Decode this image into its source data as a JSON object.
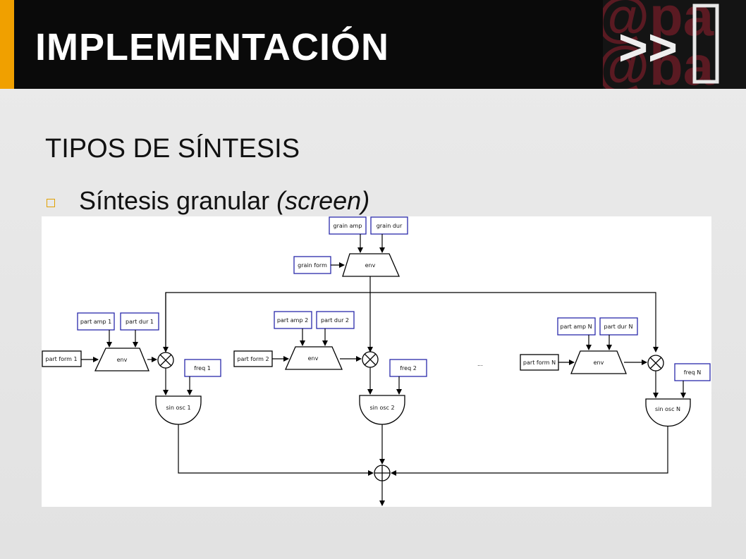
{
  "slide": {
    "title": "IMPLEMENTACIÓN",
    "subtitle": "TIPOS DE SÍNTESIS",
    "bullet": {
      "main": "Síntesis granular",
      "note": "(screen)"
    }
  },
  "logo": {
    "text": ">>",
    "icon": "slide-logo"
  },
  "colors": {
    "accent": "#f0a000",
    "box_border": "#2a2aaa",
    "header_bg": "#0a0a0a",
    "logo_red": "#5a1a22"
  },
  "diagram": {
    "grain_amp": "grain amp",
    "grain_dur": "grain dur",
    "grain_form": "grain form",
    "env": "env",
    "ellipsis": "...",
    "partials": [
      {
        "amp": "part amp 1",
        "dur": "part dur 1",
        "form": "part form 1",
        "freq": "freq 1",
        "env": "env",
        "osc": "sin osc 1"
      },
      {
        "amp": "part amp 2",
        "dur": "part dur 2",
        "form": "part form 2",
        "freq": "freq 2",
        "env": "env",
        "osc": "sin osc 2"
      },
      {
        "amp": "part amp N",
        "dur": "part dur N",
        "form": "part form N",
        "freq": "freq N",
        "env": "env",
        "osc": "sin osc N"
      }
    ]
  }
}
